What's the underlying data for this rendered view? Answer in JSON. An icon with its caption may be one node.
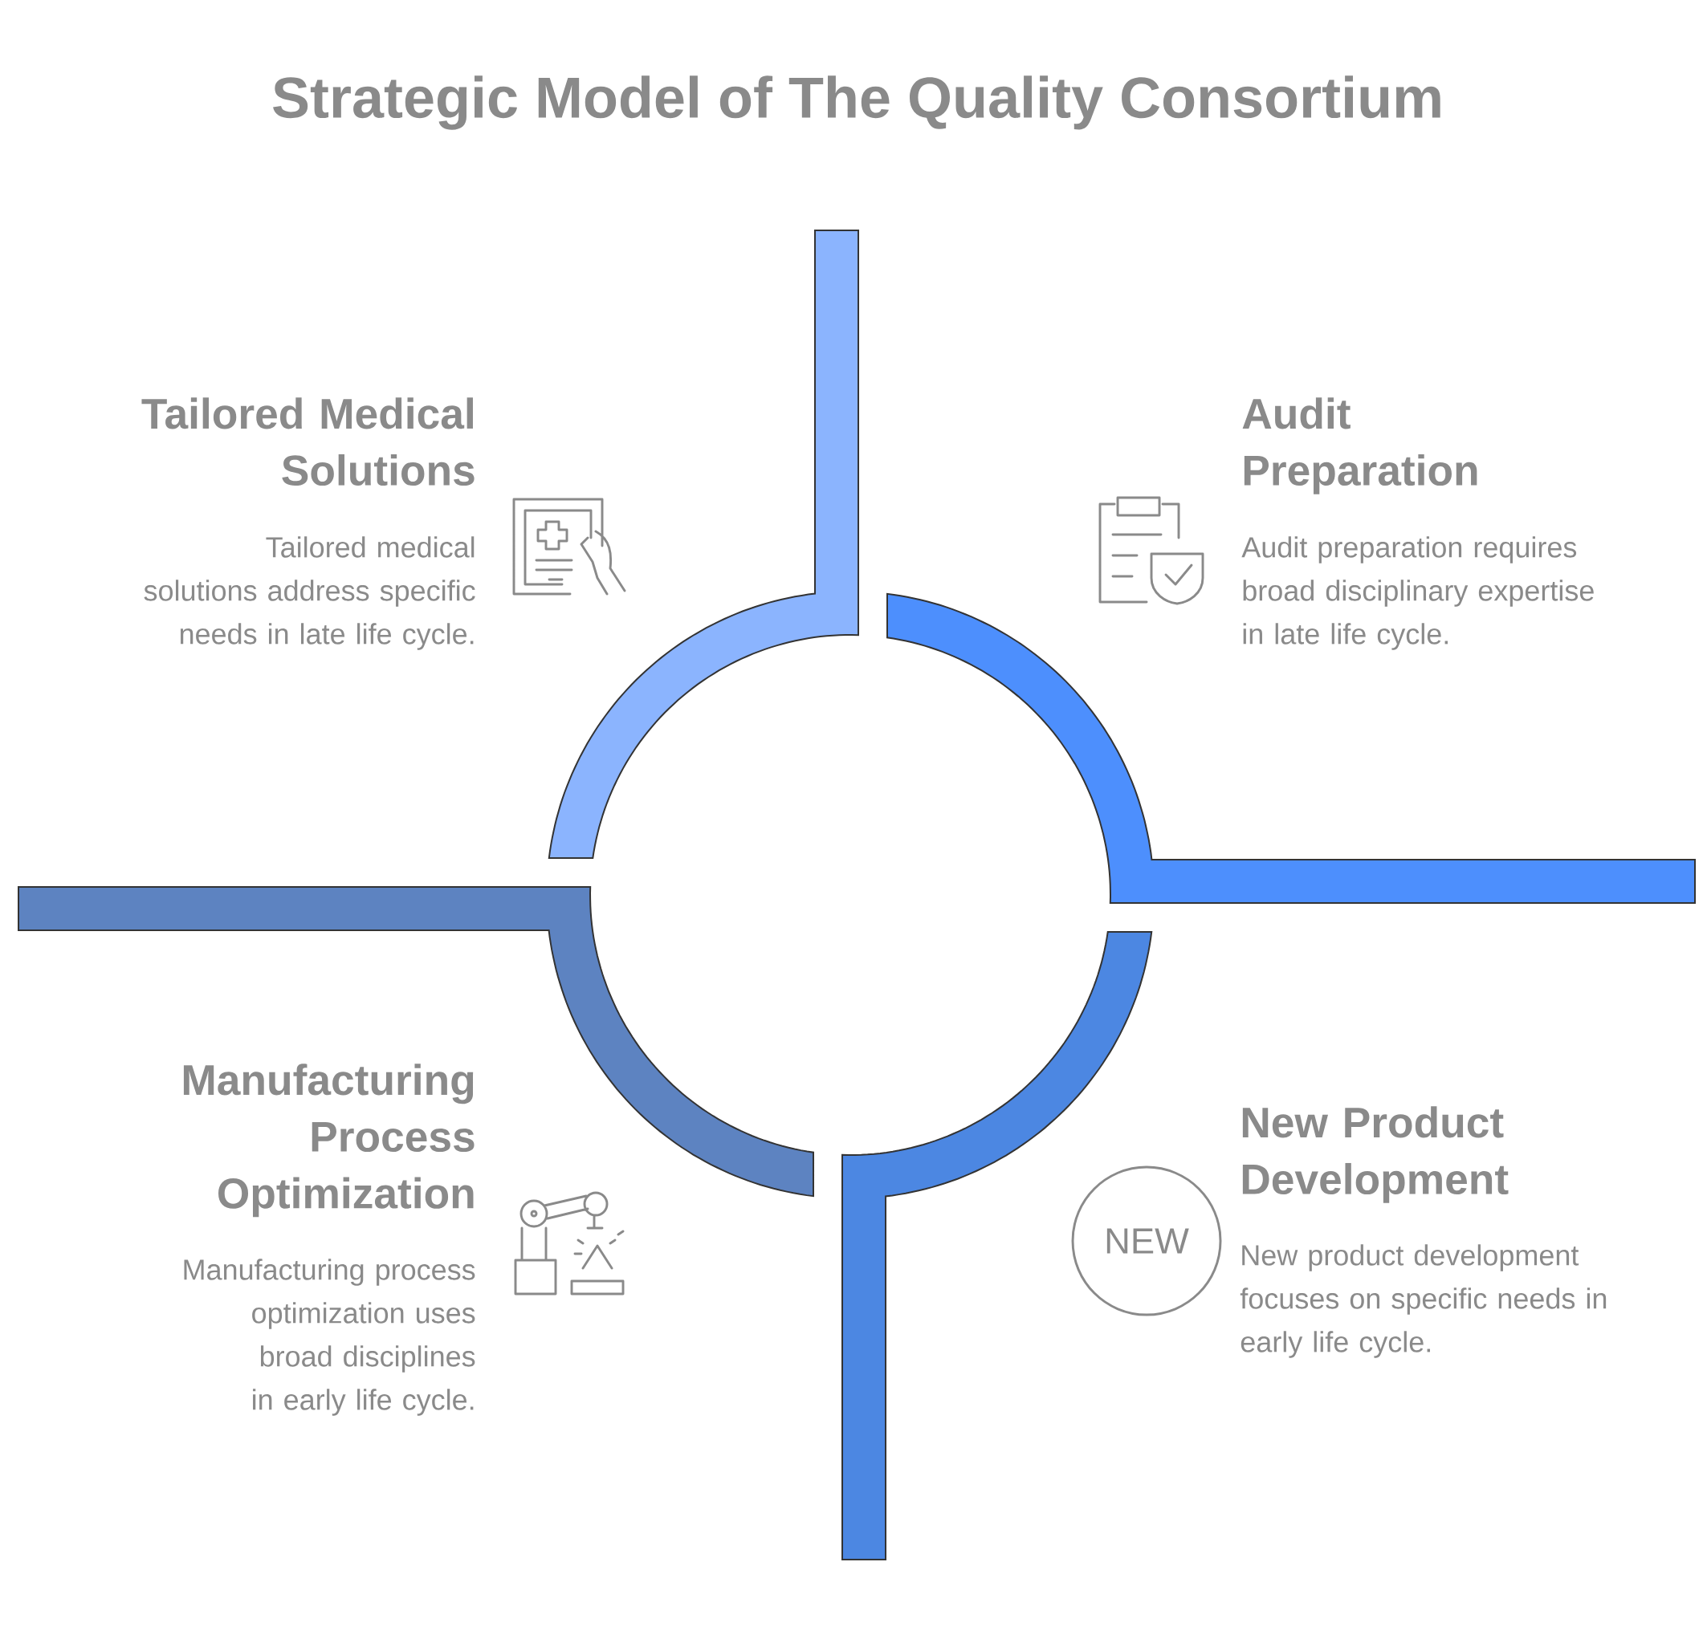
{
  "diagram": {
    "title": "Strategic Model of The Quality Consortium",
    "nodes": [
      {
        "text": [
          "NEW"
        ]
      }
    ],
    "labels": [
      "Tailored Medical Solutions",
      "Tailored medical solutions address specific needs in late life cycle.",
      "Audit Preparation",
      "Audit preparation requires broad disciplinary expertise in late life cycle.",
      "Manufacturing Process Optimization",
      "Manufacturing process optimization uses broad disciplines in early life cycle.",
      "New Product Development",
      "New product development focuses on specific needs in early life cycle."
    ]
  }
}
